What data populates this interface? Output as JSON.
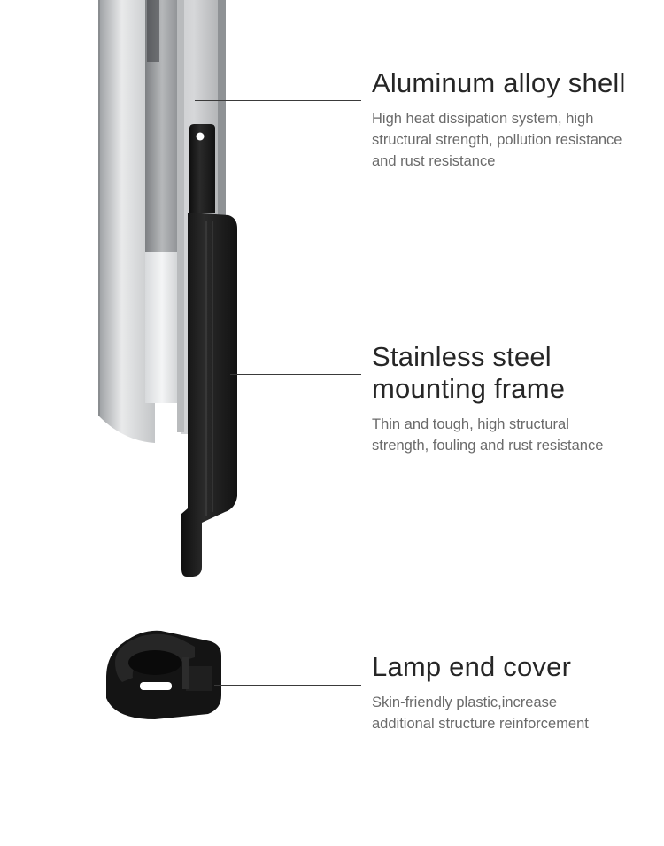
{
  "callouts": [
    {
      "heading_lines": [
        "Aluminum alloy shell"
      ],
      "description_lines": [
        "High heat dissipation system, high",
        "structural strength, pollution resistance",
        "and rust resistance"
      ]
    },
    {
      "heading_lines": [
        "Stainless steel",
        "mounting frame"
      ],
      "description_lines": [
        "Thin and tough, high structural",
        "strength, fouling and rust resistance"
      ]
    },
    {
      "heading_lines": [
        "Lamp end cover"
      ],
      "description_lines": [
        "Skin-friendly plastic,increase",
        "additional structure reinforcement"
      ]
    }
  ],
  "colors": {
    "background": "#ffffff",
    "heading": "#262626",
    "description": "#6a6a6a",
    "leader_line": "#3a3a3a",
    "aluminum": "#c9cbcd",
    "steel_frame": "#1a1a1a"
  }
}
